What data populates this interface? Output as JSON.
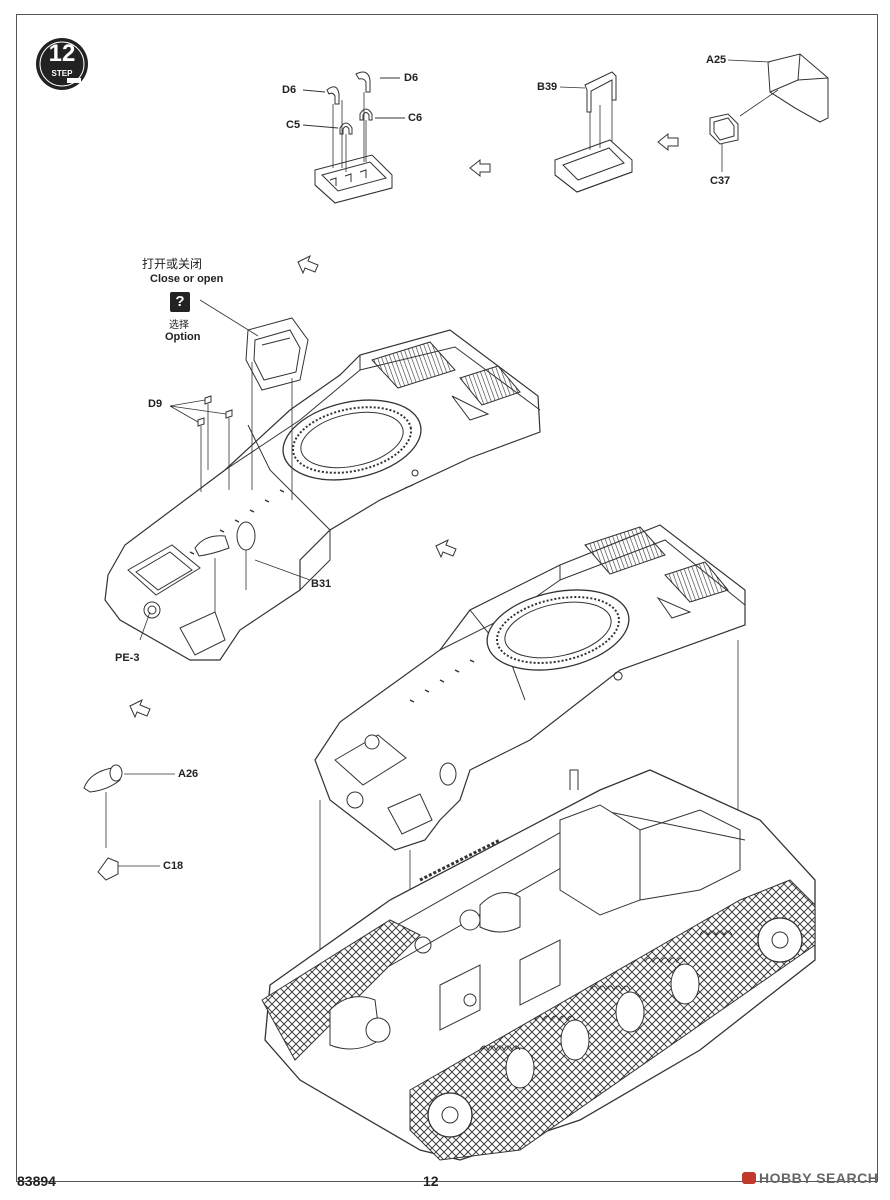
{
  "step": {
    "number": "12",
    "word": "STEP"
  },
  "option": {
    "title_cn": "打开或关闭",
    "title_en": "Close or open",
    "symbol": "?",
    "label_cn": "选择",
    "label_en": "Option"
  },
  "parts": {
    "d6_left": "D6",
    "d6_right": "D6",
    "c5": "C5",
    "c6": "C6",
    "b39": "B39",
    "a25": "A25",
    "c37": "C37",
    "d9": "D9",
    "b31": "B31",
    "pe3": "PE-3",
    "a26": "A26",
    "c18": "C18"
  },
  "footer": {
    "product_code": "83894",
    "page_number": "12",
    "watermark": "HOBBY SEARCH"
  },
  "colors": {
    "line": "#333333",
    "badge": "#222222",
    "watermark_mark": "#c0392b"
  }
}
